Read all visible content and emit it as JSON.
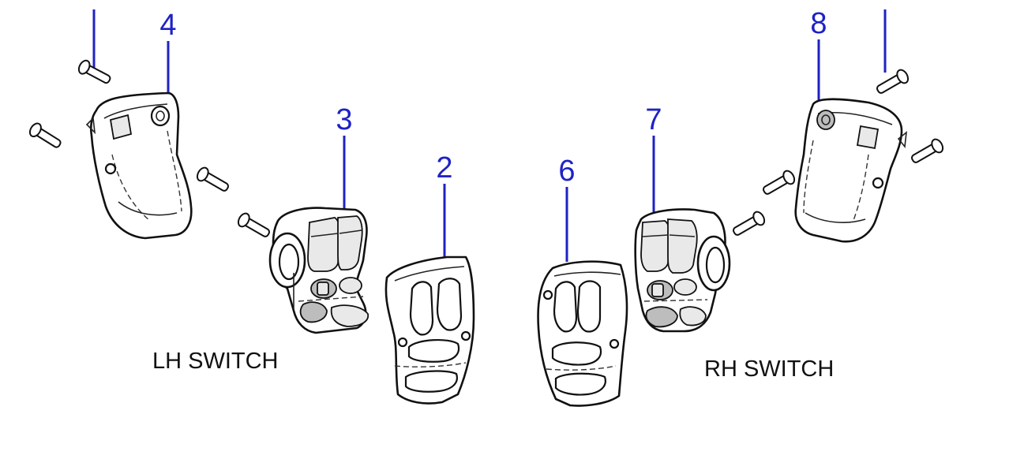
{
  "callouts": {
    "c2": "2",
    "c3": "3",
    "c4": "4",
    "c6": "6",
    "c7": "7",
    "c8": "8"
  },
  "labels": {
    "left": "LH SWITCH",
    "right": "RH SWITCH"
  },
  "colors": {
    "callout": "#1f22c4",
    "outline": "#111111",
    "label": "#111111"
  }
}
